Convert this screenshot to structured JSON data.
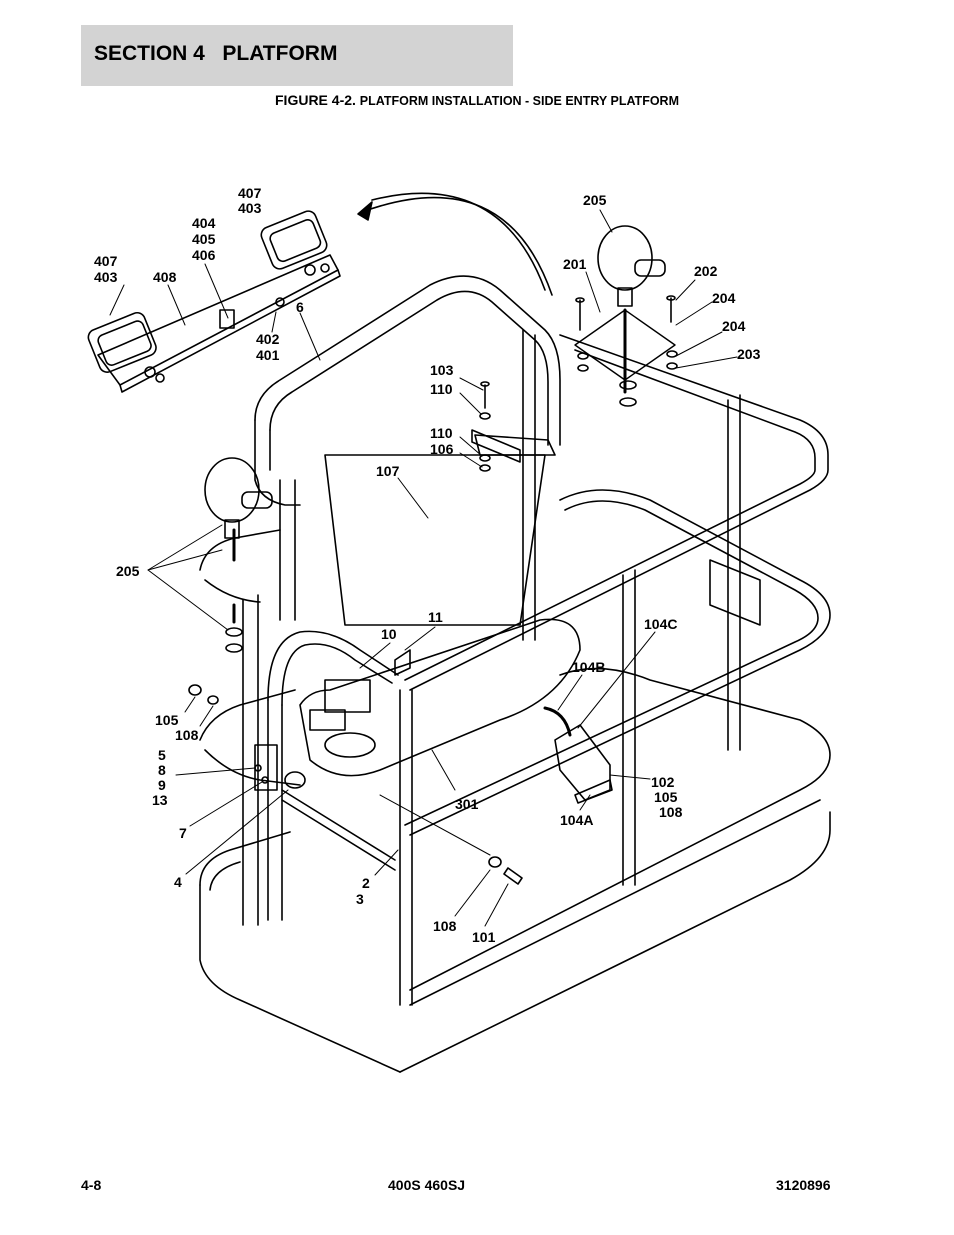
{
  "header": {
    "section_title": "SECTION 4   PLATFORM"
  },
  "figure": {
    "caption_prefix": "FIGURE 4-2.",
    "caption_title": "PLATFORM INSTALLATION - SIDE ENTRY PLATFORM"
  },
  "callouts": {
    "c407a": "407",
    "c403a": "403",
    "c404": "404",
    "c405": "405",
    "c406": "406",
    "c407b": "407",
    "c403b": "403",
    "c408": "408",
    "c402": "402",
    "c401": "401",
    "c6": "6",
    "c205a": "205",
    "c201": "201",
    "c202": "202",
    "c204a": "204",
    "c204b": "204",
    "c203": "203",
    "c103": "103",
    "c110a": "110",
    "c110b": "110",
    "c106": "106",
    "c107": "107",
    "c205b": "205",
    "c11": "11",
    "c10": "10",
    "c104c": "104C",
    "c104b": "104B",
    "c105a": "105",
    "c108a": "108",
    "c5": "5",
    "c8": "8",
    "c9": "9",
    "c13": "13",
    "c7": "7",
    "c4": "4",
    "c301": "301",
    "c102": "102",
    "c105b": "105",
    "c108b": "108",
    "c104a": "104A",
    "c2": "2",
    "c3": "3",
    "c108c": "108",
    "c101": "101"
  },
  "footer": {
    "page_number": "4-8",
    "model": "400S 460SJ",
    "part_number": "3120896"
  }
}
